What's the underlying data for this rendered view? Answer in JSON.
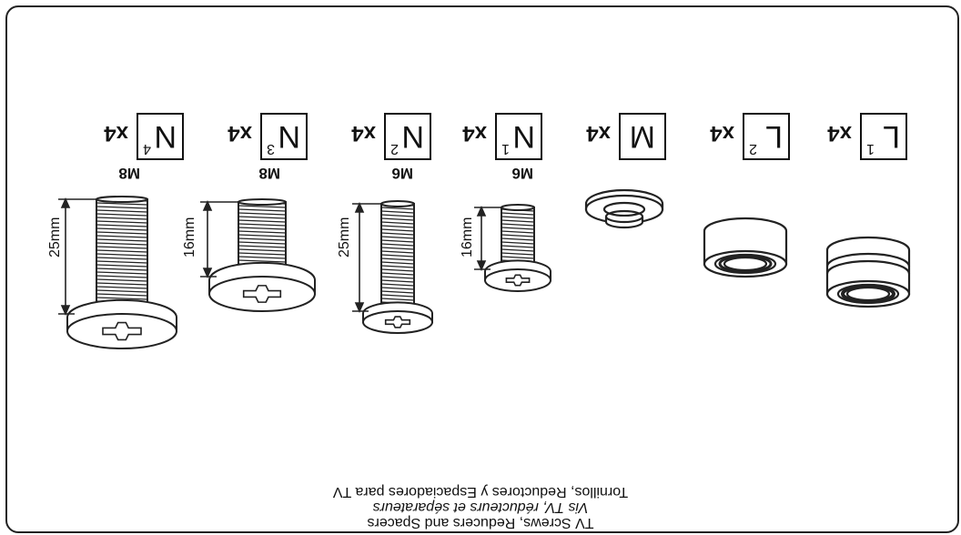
{
  "caption": {
    "line1": "TV Screws, Reducers and Spacers",
    "line2": "Vis TV, réducteurs et séparateurs",
    "line3": "Tornillos, Reductores y Espaciadores para TV"
  },
  "parts": [
    {
      "id": "N4",
      "letter": "N",
      "sub": "4",
      "qty": "x4",
      "size": "M8",
      "length": "25mm"
    },
    {
      "id": "N3",
      "letter": "N",
      "sub": "3",
      "qty": "x4",
      "size": "M8",
      "length": "16mm"
    },
    {
      "id": "N2",
      "letter": "N",
      "sub": "2",
      "qty": "x4",
      "size": "M6",
      "length": "25mm"
    },
    {
      "id": "N1",
      "letter": "N",
      "sub": "1",
      "qty": "x4",
      "size": "M6",
      "length": "16mm"
    },
    {
      "id": "M",
      "letter": "M",
      "sub": "",
      "qty": "x4"
    },
    {
      "id": "L2",
      "letter": "L",
      "sub": "2",
      "qty": "x4"
    },
    {
      "id": "L1",
      "letter": "L",
      "sub": "1",
      "qty": "x4"
    }
  ]
}
